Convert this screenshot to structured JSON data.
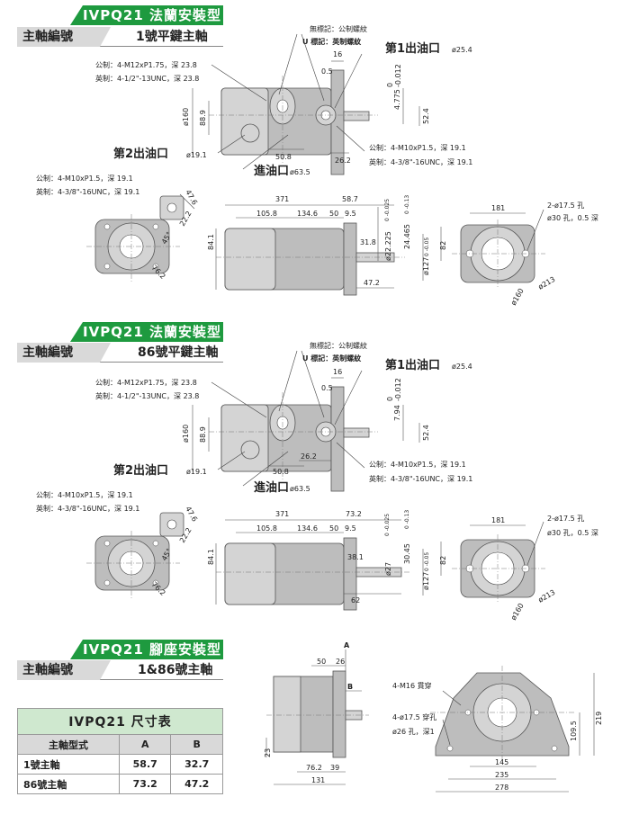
{
  "sections": [
    {
      "title": "IVPQ21 法蘭安裝型",
      "shaft_label": "主軸編號",
      "shaft_value": "1號平鍵主軸",
      "notes": {
        "no_mark": "無標記：公制螺紋",
        "u_mark": "U 標記：英制螺紋",
        "port1": "第1出油口",
        "port1_size": "ø25.4",
        "port2": "第2出油口",
        "port2_size": "ø19.1",
        "inlet": "進油口",
        "inlet_size": "ø63.5",
        "metric_m12": "公制：4-M12xP1.75，深 23.8",
        "inch_m12": "英制：4-1/2\"-13UNC，深 23.8",
        "metric_m10": "公制：4-M10xP1.5，深 19.1",
        "inch_m10": "英制：4-3/8\"-16UNC，深 19.1",
        "metric_m10_left": "公制：4-M10xP1.5，深 19.1",
        "inch_m10_left": "英制：4-3/8\"-16UNC，深 19.1",
        "holes": "2-ø17.5 孔",
        "counterbore": "ø30 孔，0.5 深"
      },
      "dims": {
        "d16": "16",
        "d05": "0.5",
        "d160": "ø160",
        "d889": "88.9",
        "d508": "50.8",
        "d262": "26.2",
        "key": "4.775",
        "key_tol_u": "0",
        "key_tol_l": "-0.012",
        "d524": "52.4",
        "d476": "47.6",
        "d222": "22.2",
        "d45": "45°",
        "d762": "76.2",
        "d371": "371",
        "dA": "58.7",
        "d1058": "105.8",
        "d1346": "134.6",
        "d50": "50",
        "d95": "9.5",
        "d841": "84.1",
        "d318": "31.8",
        "shaft_d": "ø22.225",
        "shaft_tol": "0 -0.025",
        "sh2": "24.465",
        "sh2_tol": "0 -0.13",
        "d127": "ø127",
        "d127_tol": "0 -0.05",
        "d82": "82",
        "dB": "47.2",
        "d181": "181",
        "d213": "ø213",
        "d160b": "ø160"
      }
    },
    {
      "title": "IVPQ21 法蘭安裝型",
      "shaft_label": "主軸編號",
      "shaft_value": "86號平鍵主軸",
      "notes": {
        "no_mark": "無標記：公制螺紋",
        "u_mark": "U 標記：英制螺紋",
        "port1": "第1出油口",
        "port1_size": "ø25.4",
        "port2": "第2出油口",
        "port2_size": "ø19.1",
        "inlet": "進油口",
        "inlet_size": "ø63.5",
        "metric_m12": "公制：4-M12xP1.75，深 23.8",
        "inch_m12": "英制：4-1/2\"-13UNC，深 23.8",
        "metric_m10": "公制：4-M10xP1.5，深 19.1",
        "inch_m10": "英制：4-3/8\"-16UNC，深 19.1",
        "metric_m10_left": "公制：4-M10xP1.5，深 19.1",
        "inch_m10_left": "英制：4-3/8\"-16UNC，深 19.1",
        "holes": "2-ø17.5 孔",
        "counterbore": "ø30 孔，0.5 深"
      },
      "dims": {
        "d16": "16",
        "d05": "0.5",
        "d160": "ø160",
        "d889": "88.9",
        "d508": "50.8",
        "d262": "26.2",
        "key": "7.94",
        "key_tol_u": "0",
        "key_tol_l": "-0.012",
        "d524": "52.4",
        "d476": "47.6",
        "d222": "22.2",
        "d45": "45°",
        "d762": "76.2",
        "d371": "371",
        "dA": "73.2",
        "d1058": "105.8",
        "d1346": "134.6",
        "d50": "50",
        "d95": "9.5",
        "d841": "84.1",
        "d318": "38.1",
        "shaft_d": "ø27",
        "shaft_tol": "0 -0.025",
        "sh2": "30.45",
        "sh2_tol": "0 -0.13",
        "d127": "ø127",
        "d127_tol": "0 -0.05",
        "d82": "82",
        "dB": "62",
        "d181": "181",
        "d213": "ø213",
        "d160b": "ø160"
      }
    }
  ],
  "foot": {
    "title": "IVPQ21 腳座安裝型",
    "shaft_label": "主軸編號",
    "shaft_value": "1&86號主軸",
    "dims": {
      "A": "A",
      "B": "B",
      "d50": "50",
      "d26": "26",
      "d23": "23",
      "d762": "76.2",
      "d39": "39",
      "d131": "131",
      "m16": "4-M16 貫穿",
      "holes": "4-ø17.5 穿孔",
      "cb": "ø26 孔，深1",
      "d145": "145",
      "d235": "235",
      "d278": "278",
      "d1095": "109.5",
      "d219": "219"
    }
  },
  "size_table": {
    "title": "IVPQ21 尺寸表",
    "columns": [
      "主軸型式",
      "A",
      "B"
    ],
    "rows": [
      [
        "1號主軸",
        "58.7",
        "32.7"
      ],
      [
        "86號主軸",
        "73.2",
        "47.2"
      ]
    ]
  }
}
